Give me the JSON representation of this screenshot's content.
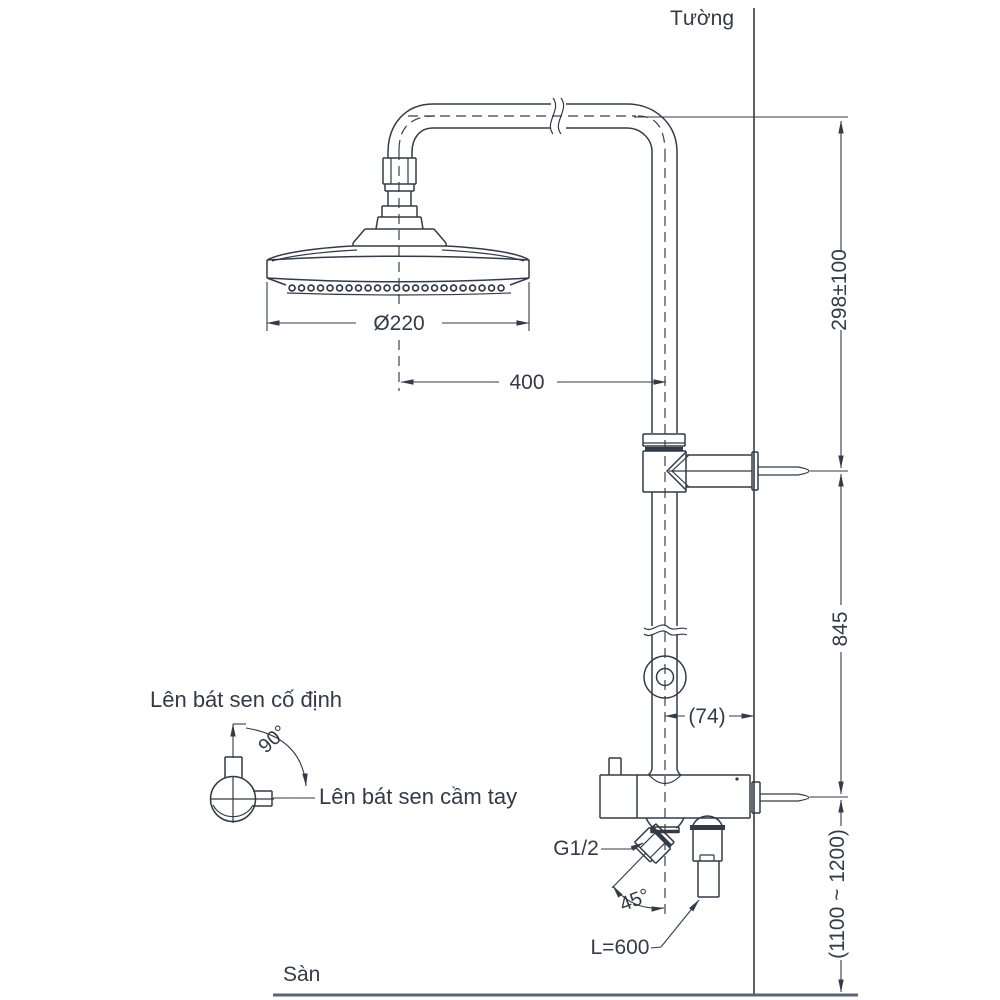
{
  "figure": {
    "type": "technical-installation-drawing",
    "labels": {
      "wall": "Tường",
      "floor": "Sàn",
      "to_fixed_head": "Lên bát sen cố định",
      "to_handheld": "Lên bát sen cầm tay"
    },
    "dimensions": {
      "head_diameter": "Ø220",
      "arm_reach": "400",
      "head_above_outlet": "298±100",
      "outlet_spacing": "845",
      "mixer_height": "(1100 ~ 1200)",
      "riser_wall_offset": "(74)",
      "thread_size": "G1/2",
      "elbow_angle": "45°",
      "diverter_rotation": "90°",
      "hose_length": "L=600"
    },
    "colors": {
      "line": "#333b47",
      "floor_line": "#5b6472",
      "background": "#ffffff"
    }
  }
}
